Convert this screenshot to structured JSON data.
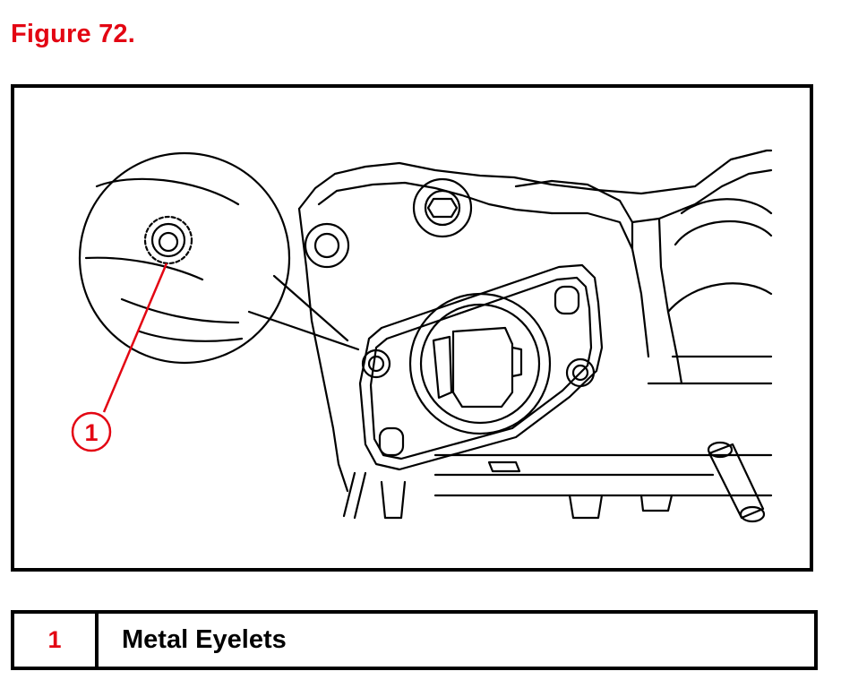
{
  "figure": {
    "title": "Figure 72.",
    "callout_number": "1",
    "title_color": "#e30613",
    "line_color": "#000000"
  },
  "legend": {
    "rows": [
      {
        "number": "1",
        "label": "Metal Eyelets"
      }
    ]
  }
}
